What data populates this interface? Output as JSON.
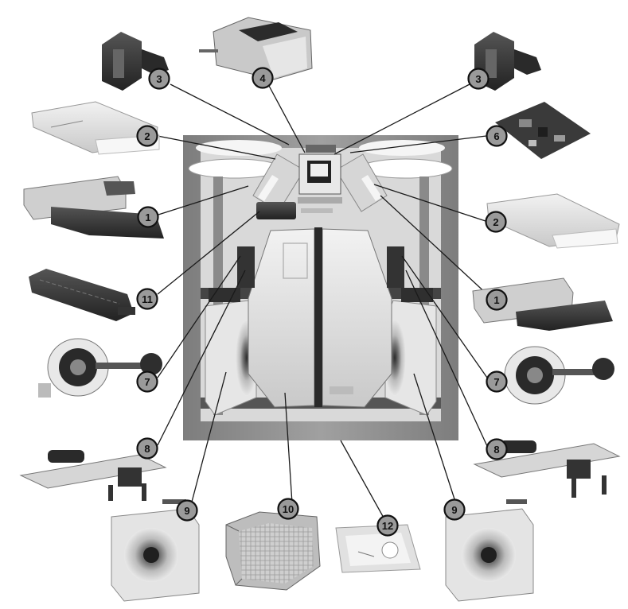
{
  "diagram": {
    "colors": {
      "background": "#ffffff",
      "frame": "#8e8e8e",
      "frame_dark": "#5f5f5f",
      "part_light": "#e4e4e4",
      "part_mid": "#a9a9a9",
      "part_dark": "#3a3a3a",
      "callout_fill": "#9a9a9a",
      "callout_stroke": "#111111",
      "leader": "#1a1a1a"
    },
    "callouts": [
      {
        "id": "c3-left",
        "label": "3"
      },
      {
        "id": "c4",
        "label": "4"
      },
      {
        "id": "c3-right",
        "label": "3"
      },
      {
        "id": "c2-left",
        "label": "2"
      },
      {
        "id": "c6",
        "label": "6"
      },
      {
        "id": "c1-left",
        "label": "1"
      },
      {
        "id": "c2-right",
        "label": "2"
      },
      {
        "id": "c11",
        "label": "11"
      },
      {
        "id": "c1-right",
        "label": "1"
      },
      {
        "id": "c7-left",
        "label": "7"
      },
      {
        "id": "c7-right",
        "label": "7"
      },
      {
        "id": "c8-left",
        "label": "8"
      },
      {
        "id": "c8-right",
        "label": "8"
      },
      {
        "id": "c9-left",
        "label": "9"
      },
      {
        "id": "c10",
        "label": "10"
      },
      {
        "id": "c12",
        "label": "12"
      },
      {
        "id": "c9-right",
        "label": "9"
      }
    ],
    "parts": [
      {
        "id": "p3-left",
        "icon": "air-valve-connector-icon"
      },
      {
        "id": "p4",
        "icon": "control-box-icon"
      },
      {
        "id": "p3-right",
        "icon": "air-valve-connector-icon"
      },
      {
        "id": "p2-left",
        "icon": "filter-cartridge-icon"
      },
      {
        "id": "p6",
        "icon": "circuit-board-icon"
      },
      {
        "id": "p1-left",
        "icon": "filter-housing-icon"
      },
      {
        "id": "p2-right",
        "icon": "filter-cartridge-icon"
      },
      {
        "id": "p11",
        "icon": "drain-channel-icon"
      },
      {
        "id": "p1-right",
        "icon": "filter-housing-icon"
      },
      {
        "id": "p7-left",
        "icon": "pressure-sensor-icon"
      },
      {
        "id": "p7-right",
        "icon": "pressure-sensor-icon"
      },
      {
        "id": "p8-left",
        "icon": "sensor-board-icon"
      },
      {
        "id": "p8-right",
        "icon": "sensor-board-icon"
      },
      {
        "id": "p9-left",
        "icon": "fan-blower-icon"
      },
      {
        "id": "p10",
        "icon": "heat-exchanger-icon"
      },
      {
        "id": "p12",
        "icon": "spare-parts-bag-icon"
      },
      {
        "id": "p9-right",
        "icon": "fan-blower-icon"
      }
    ]
  }
}
